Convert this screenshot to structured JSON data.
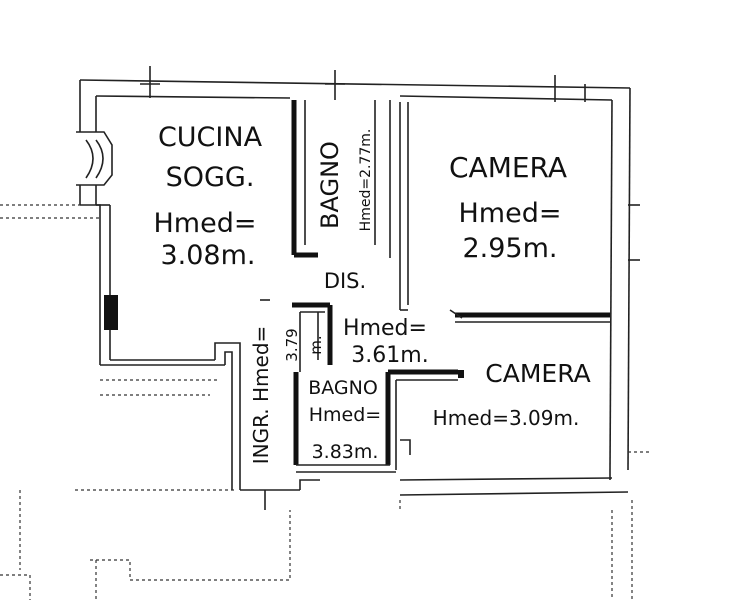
{
  "rooms": {
    "cucina_line1": "CUCINA",
    "cucina_line2": "SOGG.",
    "cucina_h_label": "Hmed=",
    "cucina_h_value": "3.08m.",
    "bagno1_label": "BAGNO",
    "bagno1_h": "Hmed=2.77m.",
    "camera1_label": "CAMERA",
    "camera1_h_label": "Hmed=",
    "camera1_h_value": "2.95m.",
    "dis_label": "DIS.",
    "dis_h_label": "Hmed=",
    "dis_h_value": "3.61m.",
    "ingr_h": "INGR. Hmed=",
    "ingr_h_value_a": "3.79",
    "ingr_h_value_b": "m.",
    "bagno2_label": "BAGNO",
    "bagno2_h_label": "Hmed=",
    "bagno2_h_value": "3.83m.",
    "camera2_label": "CAMERA",
    "camera2_h": "Hmed=3.09m."
  },
  "colors": {
    "ink": "#111111",
    "paper": "#ffffff"
  }
}
